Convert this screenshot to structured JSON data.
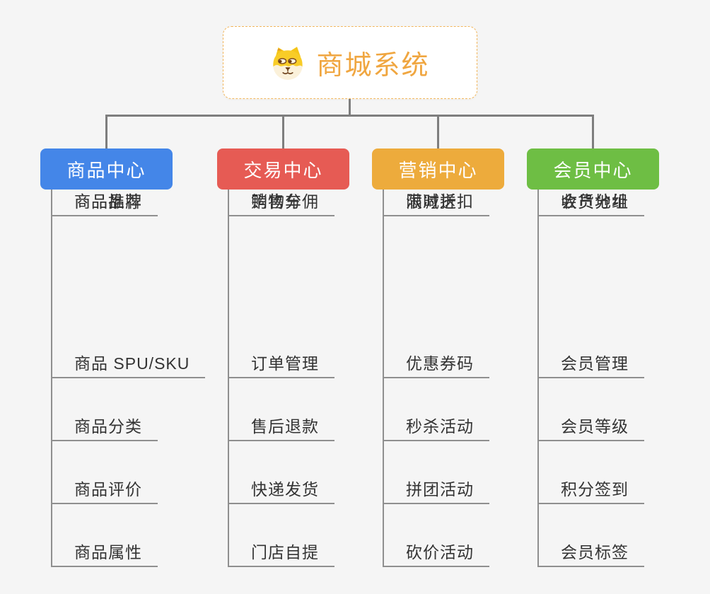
{
  "root": {
    "title": "商城系统",
    "logo_icon": "dog-face-icon"
  },
  "branches": [
    {
      "label": "商品中心",
      "color": "#4486e8",
      "items": [
        "商品 SPU/SKU",
        "商品分类",
        "商品评价",
        "商品属性",
        "商品推荐",
        "商品品牌"
      ]
    },
    {
      "label": "交易中心",
      "color": "#e65b54",
      "items": [
        "订单管理",
        "售后退款",
        "快递发货",
        "门店自提",
        "购物车",
        "销售分佣"
      ]
    },
    {
      "label": "营销中心",
      "color": "#edab3c",
      "items": [
        "优惠券码",
        "秒杀活动",
        "拼团活动",
        "砍价活动",
        "限时折扣",
        "满减送"
      ]
    },
    {
      "label": "会员中心",
      "color": "#6ebe44",
      "items": [
        "会员管理",
        "会员等级",
        "积分签到",
        "会员标签",
        "会员分组",
        "收货地址"
      ]
    }
  ],
  "colors": {
    "background": "#f5f5f5",
    "root_border": "#f2b65c",
    "root_title": "#f0a640",
    "connector": "#7e7e7e",
    "sub_line": "#8f8f8f",
    "item_text": "#333333"
  }
}
